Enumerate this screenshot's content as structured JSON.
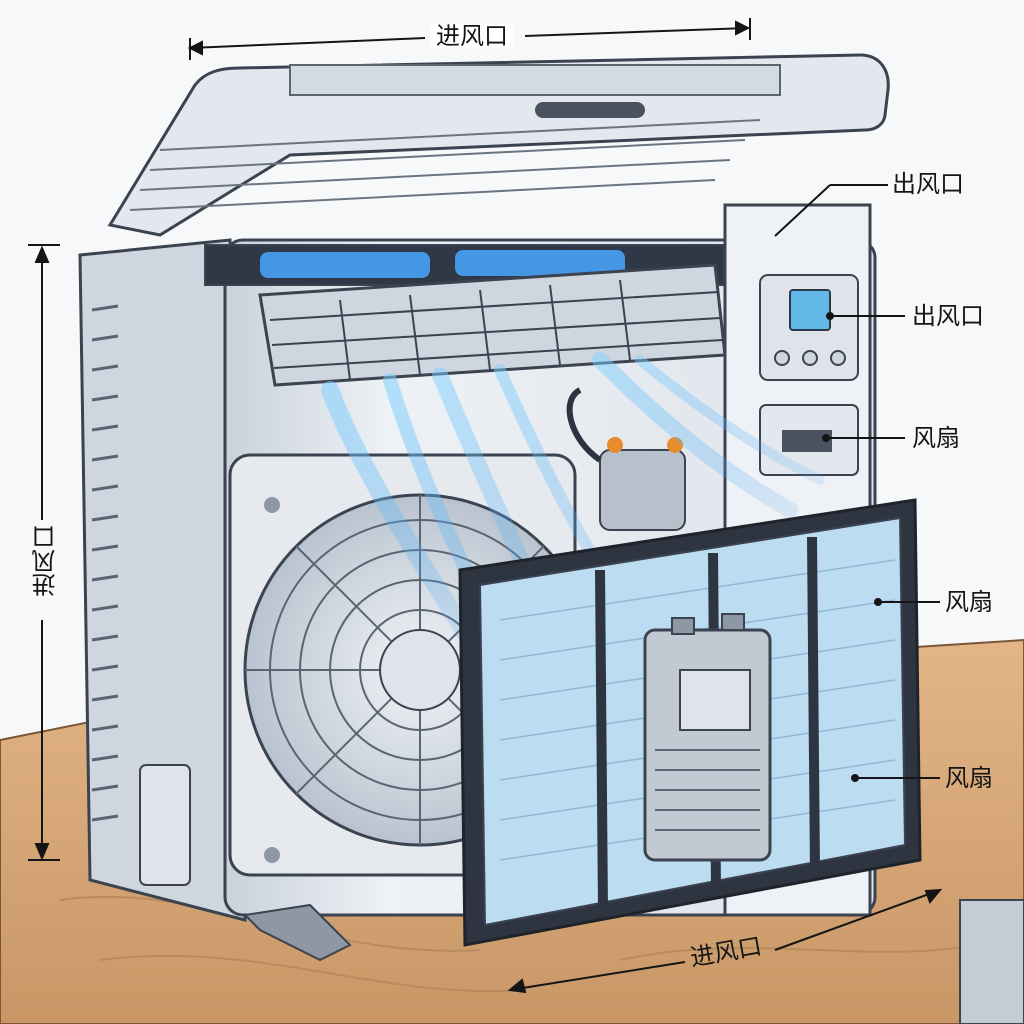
{
  "labels": {
    "top_inlet": "进风口",
    "outlet_top": "出风口",
    "outlet_panel": "出风口",
    "fan_right": "风扇",
    "fan_filter_upper": "风扇",
    "fan_filter_lower": "风扇",
    "side_inlet": "进风口",
    "bottom_inlet": "进风口"
  },
  "colors": {
    "body": "#e9edf2",
    "body_shade": "#cfd6df",
    "outline": "#3b4350",
    "airflow": "#4fb4ff",
    "coil": "#4aa8ff",
    "filter": "#bcdcf2",
    "table": "#d9a876",
    "table_dark": "#b98a5d",
    "display": "#62b9e8",
    "accent_orange": "#e88b2c"
  }
}
